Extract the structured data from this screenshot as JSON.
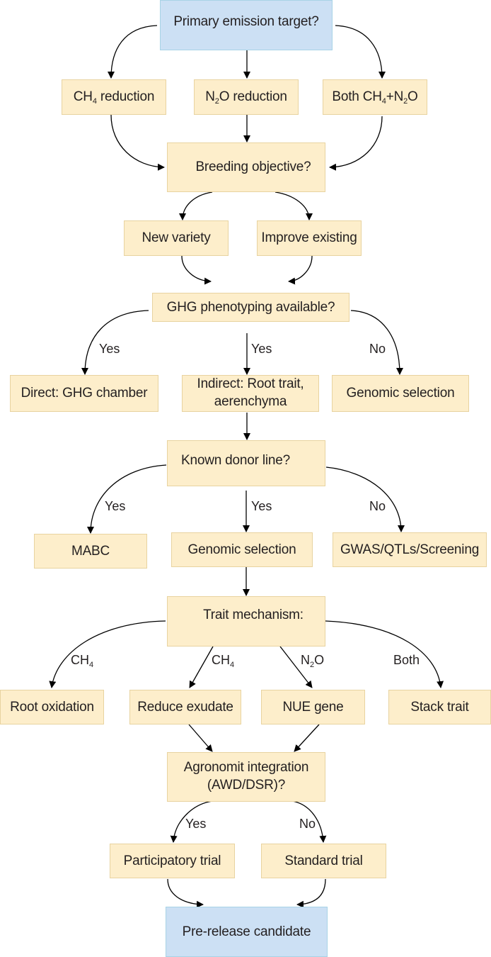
{
  "colors": {
    "decision_blue": "#cce0f4",
    "step_beige": "#fdeecb",
    "border_beige": "#e8d3a0",
    "edge": "#000000"
  },
  "nodes": {
    "primary": "Primary emission target?",
    "ch4": {
      "pre": "CH",
      "sub": "4",
      "post": " reduction"
    },
    "n2o": {
      "pre": "N",
      "sub": "2",
      "post": "O reduction"
    },
    "both": {
      "pre": "Both CH",
      "sub": "4",
      "mid": "+N",
      "sub2": "2",
      "post": "O"
    },
    "breeding": "Breeding objective?",
    "new_variety": "New variety",
    "improve": "Improve existing",
    "ghg": "GHG phenotyping available?",
    "direct": "Direct: GHG chamber",
    "indirect_1": "Indirect: Root trait,",
    "indirect_2": "aerenchyma",
    "genomic1": "Genomic selection",
    "donor": "Known donor line?",
    "mabc": "MABC",
    "genomic2": "Genomic selection",
    "gwas": "GWAS/QTLs/Screening",
    "trait": "Trait mechanism:",
    "root_ox": "Root oxidation",
    "exudate": "Reduce exudate",
    "nue": "NUE gene",
    "stack": "Stack trait",
    "agro_1": "Agronomit integration",
    "agro_2": "(AWD/DSR)?",
    "particip": "Participatory trial",
    "standard": "Standard trial",
    "prerelease": "Pre-release candidate"
  },
  "edge_labels": {
    "ghg_yes1": "Yes",
    "ghg_yes2": "Yes",
    "ghg_no": "No",
    "donor_yes1": "Yes",
    "donor_yes2": "Yes",
    "donor_no": "No",
    "trait_ch4_a": {
      "pre": "CH",
      "sub": "4"
    },
    "trait_ch4_b": {
      "pre": "CH",
      "sub": "4"
    },
    "trait_n2o": {
      "pre": "N",
      "sub": "2",
      "post": "O"
    },
    "trait_both": "Both",
    "agro_yes": "Yes",
    "agro_no": "No"
  }
}
